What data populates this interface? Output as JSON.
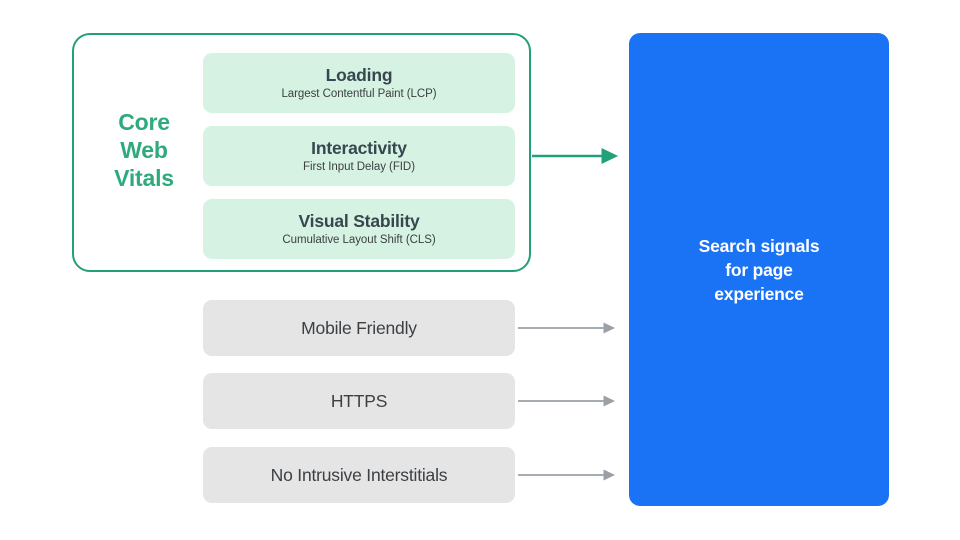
{
  "diagram": {
    "title": "Search signals for page experience",
    "colors": {
      "core_web_vitals_border": "#22a07a",
      "core_web_vitals_label": "#2eaa7c",
      "vital_card_background": "#d6f2e2",
      "signal_card_background": "#e5e5e6",
      "result_panel_background": "#1a73f5",
      "green_arrow": "#22a07a",
      "gray_arrow": "#9aa0a6",
      "text_dark": "#3c4043",
      "text_light": "#ffffff"
    }
  },
  "core_web_vitals": {
    "group_label": "Core\nWeb\nVitals",
    "group_label_lines": [
      "Core",
      "Web",
      "Vitals"
    ],
    "items": [
      {
        "title": "Loading",
        "subtitle": "Largest Contentful Paint (LCP)",
        "abbr": "LCP"
      },
      {
        "title": "Interactivity",
        "subtitle": "First Input Delay (FID)",
        "abbr": "FID"
      },
      {
        "title": "Visual Stability",
        "subtitle": "Cumulative Layout Shift (CLS)",
        "abbr": "CLS"
      }
    ]
  },
  "other_signals": [
    {
      "label": "Mobile Friendly"
    },
    {
      "label": "HTTPS"
    },
    {
      "label": "No Intrusive Interstitials"
    }
  ],
  "result": {
    "label": "Search signals\nfor page\nexperience",
    "lines": [
      "Search signals",
      "for page",
      "experience"
    ]
  },
  "arrows": [
    {
      "name": "core-web-vitals-to-result",
      "color": "#22a07a",
      "from": "core-web-vitals-container",
      "to": "result-panel"
    },
    {
      "name": "mobile-friendly-to-result",
      "color": "#9aa0a6",
      "from": "signal-mobile-friendly",
      "to": "result-panel"
    },
    {
      "name": "https-to-result",
      "color": "#9aa0a6",
      "from": "signal-https",
      "to": "result-panel"
    },
    {
      "name": "no-intrusive-interstitials-to-result",
      "color": "#9aa0a6",
      "from": "signal-no-intrusive-interstitials",
      "to": "result-panel"
    }
  ]
}
